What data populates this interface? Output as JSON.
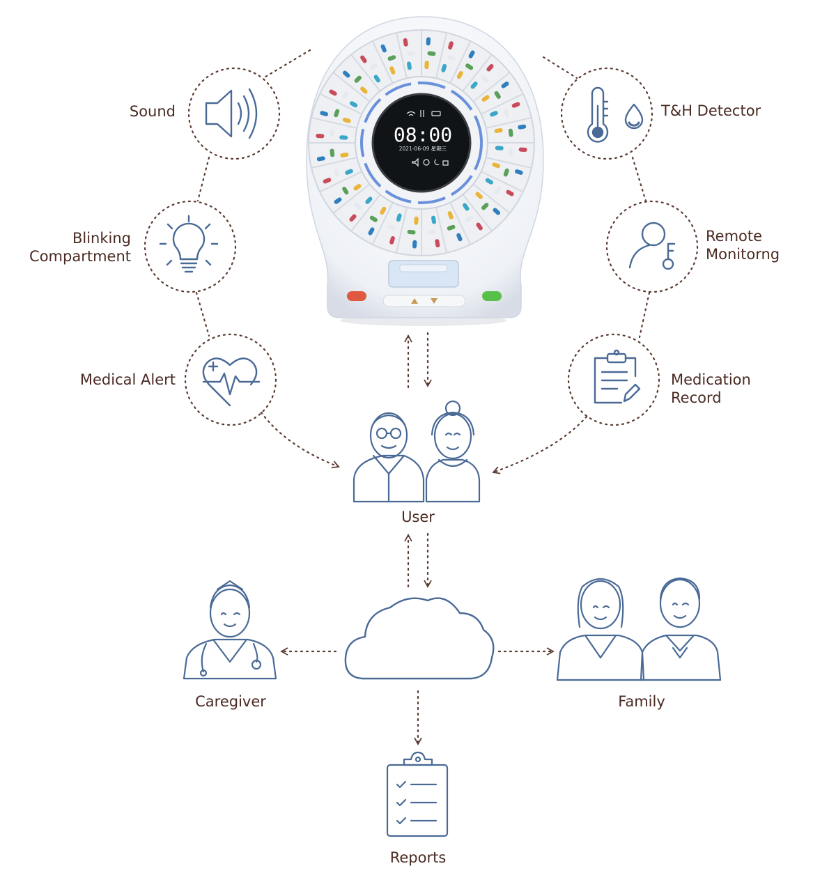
{
  "features_left": [
    {
      "label": "Sound",
      "icon": "speaker-icon"
    },
    {
      "label_lines": [
        "Blinking",
        "Compartment"
      ],
      "icon": "lightbulb-icon"
    },
    {
      "label": "Medical Alert",
      "icon": "heart-pulse-icon"
    }
  ],
  "features_right": [
    {
      "label": "T&H Detector",
      "icon": "thermometer-drop-icon"
    },
    {
      "label_lines": [
        "Remote",
        "Monitorng"
      ],
      "icon": "person-key-icon"
    },
    {
      "label_lines": [
        "Medication",
        "Record"
      ],
      "icon": "clipboard-pen-icon"
    }
  ],
  "device": {
    "time": "08:00",
    "date": "2021-06-09 星期三",
    "image": "pill-dispenser-device"
  },
  "user": {
    "label": "User",
    "icon": "elderly-couple-icon"
  },
  "cloud": {
    "icon": "cloud-icon"
  },
  "caregiver": {
    "label": "Caregiver",
    "icon": "nurse-icon"
  },
  "family": {
    "label": "Family",
    "icon": "family-couple-icon"
  },
  "reports": {
    "label": "Reports",
    "icon": "report-clipboard-icon"
  },
  "colors": {
    "icon_stroke": "#4a6a96",
    "label_text": "#4a2a22",
    "dotted_line": "#5a3a30",
    "device_ring": "#3b6fd1",
    "button_red": "#e0583f",
    "button_green": "#58c04a"
  }
}
